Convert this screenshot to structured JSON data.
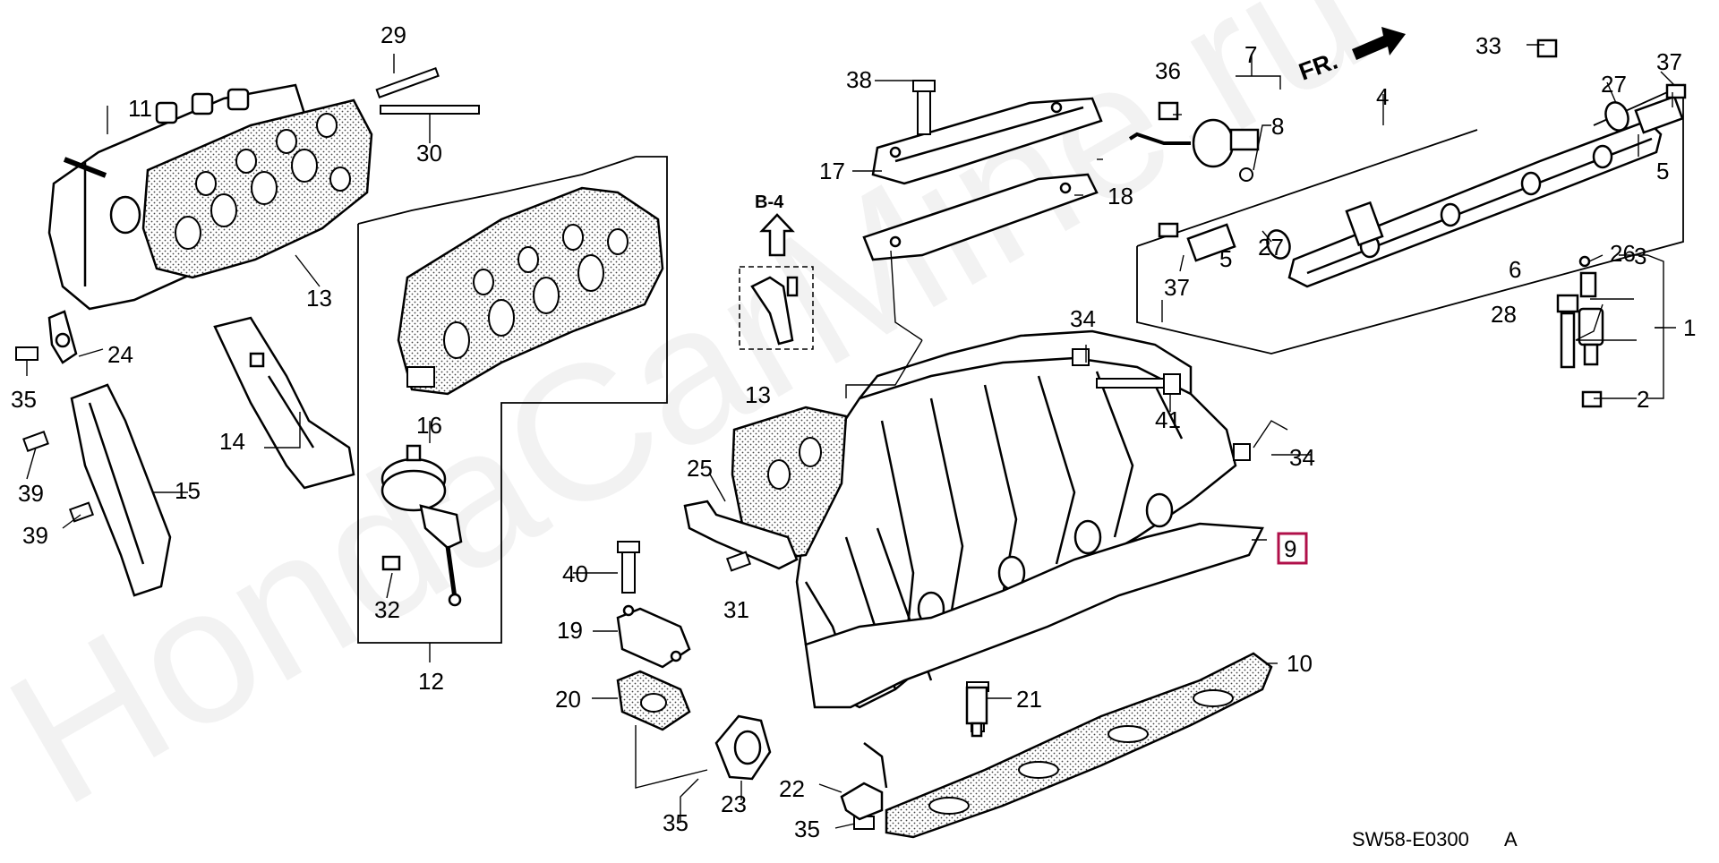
{
  "diagram": {
    "fr_label": "FR.",
    "view_ref": "B-4",
    "code": "SW58-E0300",
    "revision": "A",
    "watermark": "HondaCarMine.ru",
    "highlight_color": "#b0104a",
    "highlighted_part": "9",
    "callouts": [
      "1",
      "2",
      "3",
      "4",
      "5",
      "5",
      "6",
      "7",
      "8",
      "9",
      "10",
      "11",
      "12",
      "13",
      "13",
      "14",
      "15",
      "16",
      "17",
      "18",
      "19",
      "20",
      "21",
      "22",
      "23",
      "24",
      "25",
      "26",
      "27",
      "27",
      "28",
      "29",
      "30",
      "31",
      "32",
      "33",
      "34",
      "34",
      "35",
      "35",
      "35",
      "36",
      "37",
      "37",
      "38",
      "39",
      "39",
      "40",
      "41"
    ]
  }
}
